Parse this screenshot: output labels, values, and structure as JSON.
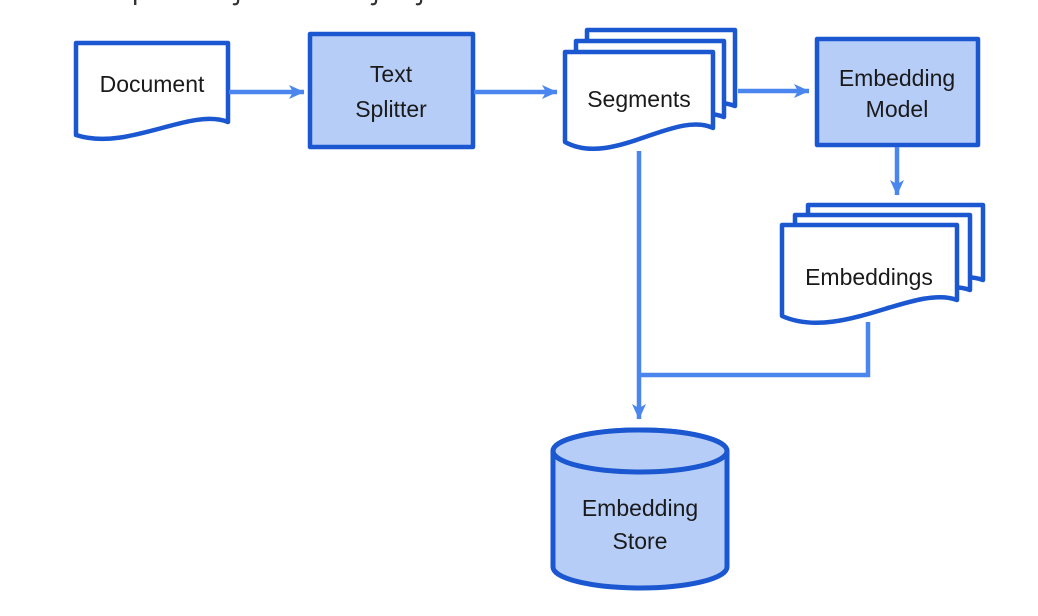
{
  "diagram": {
    "nodes": {
      "document": {
        "label": "Document",
        "shape": "document"
      },
      "text_splitter": {
        "line1": "Text",
        "line2": "Splitter",
        "shape": "process-box"
      },
      "segments": {
        "label": "Segments",
        "shape": "multi-document"
      },
      "embedding_model": {
        "line1": "Embedding",
        "line2": "Model",
        "shape": "process-box"
      },
      "embeddings": {
        "label": "Embeddings",
        "shape": "multi-document"
      },
      "embedding_store": {
        "line1": "Embedding",
        "line2": "Store",
        "shape": "cylinder-database"
      }
    },
    "edges": [
      {
        "from": "document",
        "to": "text_splitter"
      },
      {
        "from": "text_splitter",
        "to": "segments"
      },
      {
        "from": "segments",
        "to": "embedding_model"
      },
      {
        "from": "embedding_model",
        "to": "embeddings"
      },
      {
        "from": "segments",
        "to": "embedding_store"
      },
      {
        "from": "embeddings",
        "to": "embedding_store"
      }
    ],
    "colors": {
      "shape_border": "#1b57d0",
      "filled_shape_fill": "#b6cdf8",
      "document_fill": "#ffffff",
      "connector": "#4a86ee",
      "label_text": "#1a1a1a"
    },
    "clipped_top_text": "descender fragments of a cut-off caption visible at very top edge"
  }
}
